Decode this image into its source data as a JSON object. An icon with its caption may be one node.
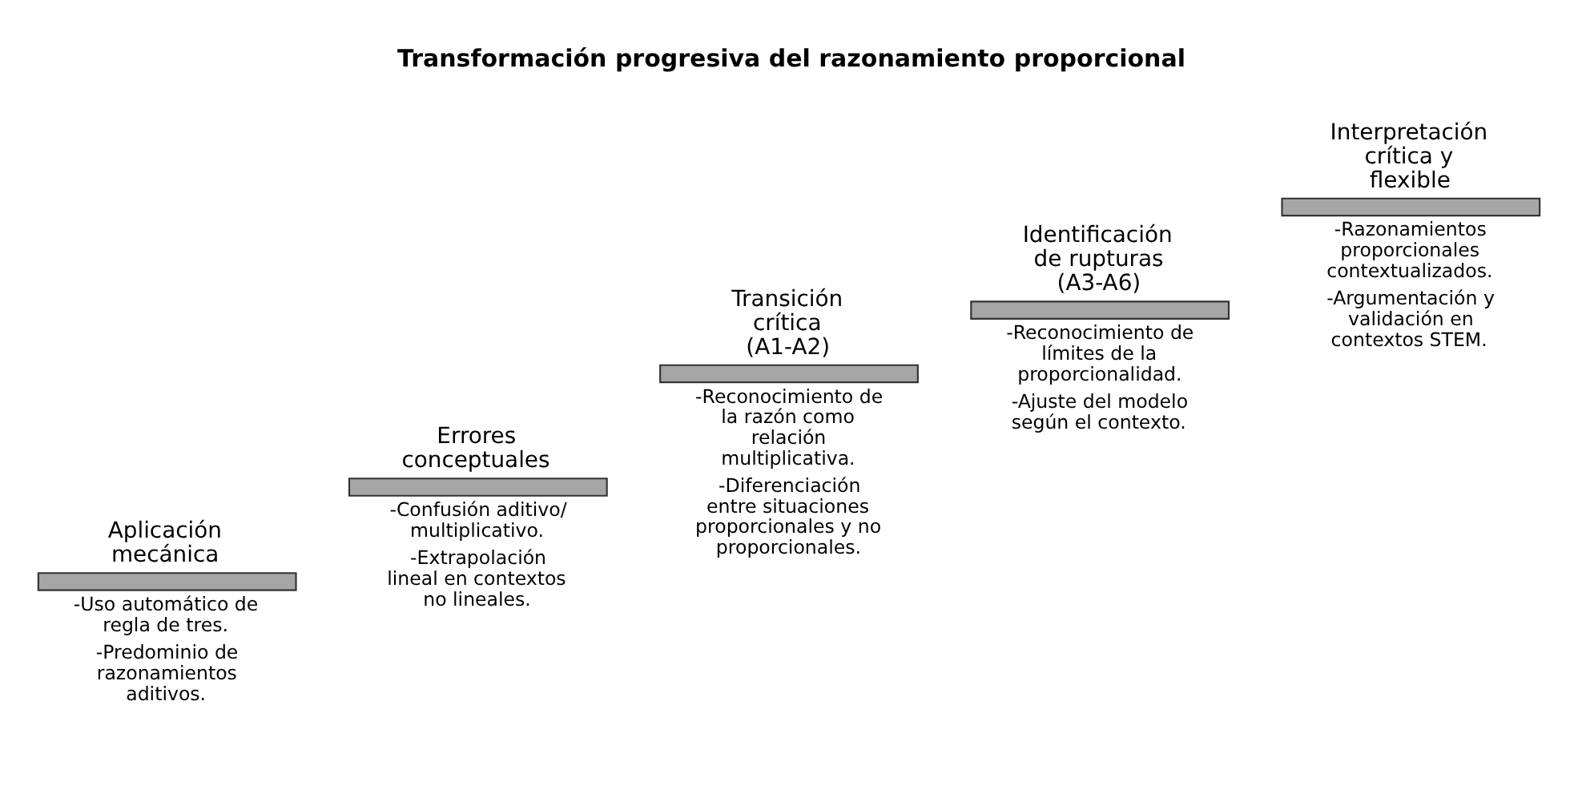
{
  "diagram": {
    "title": "Transformación progresiva del razonamiento proporcional",
    "nodes": [
      {
        "text": [
          "Aplicación mecánica",
          "-Uso automático de regla de tres.",
          "-Predominio de razonamientos aditivos."
        ]
      },
      {
        "text": [
          "Errores conceptuales",
          "-Confusión aditivo/ multiplicativo.",
          "-Extrapolación lineal en contextos no lineales."
        ]
      },
      {
        "text": [
          "Transición crítica (A1-A2)",
          "-Reconocimiento de la razón como relación multiplicativa.",
          "-Diferenciación entre situaciones proporcionales y no proporcionales."
        ]
      },
      {
        "text": [
          "Identificación de rupturas (A3-A6)",
          "-Reconocimiento de límites de la proporcionalidad.",
          "-Ajuste del modelo según el contexto."
        ]
      },
      {
        "text": [
          "Interpretación crítica y flexible",
          "-Razonamientos proporcionales contextualizados.",
          "-Argumentación y validación en contextos STEM."
        ]
      }
    ]
  }
}
